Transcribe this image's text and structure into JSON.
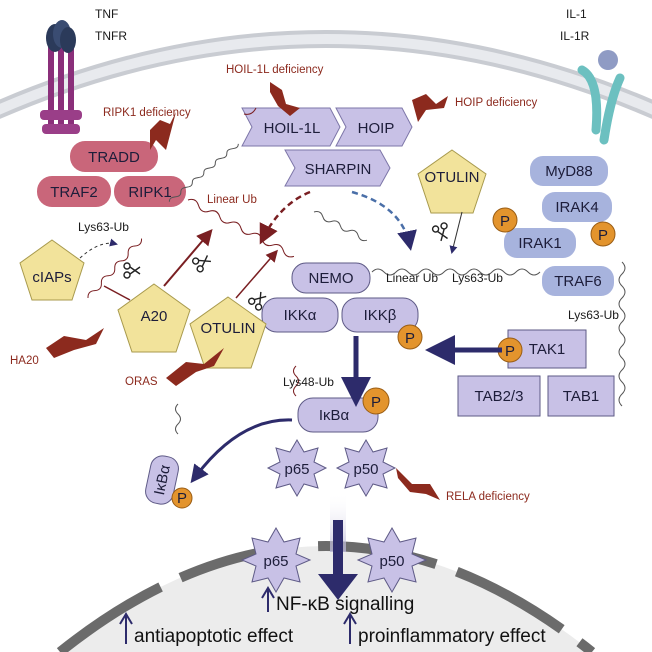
{
  "labels": {
    "tnf": "TNF",
    "tnfr": "TNFR",
    "il1": "IL-1",
    "il1r": "IL-1R",
    "p": "P"
  },
  "proteins": {
    "tradd": "TRADD",
    "traf2": "TRAF2",
    "ripk1": "RIPK1",
    "hoil1l": "HOIL-1L",
    "hoip": "HOIP",
    "sharpin": "SHARPIN",
    "otulin": "OTULIN",
    "ciaps": "cIAPs",
    "a20": "A20",
    "nemo": "NEMO",
    "ikka": "IKKα",
    "ikkb": "IKKβ",
    "ikba": "IκBα",
    "p65": "p65",
    "p50": "p50",
    "myd88": "MyD88",
    "irak4": "IRAK4",
    "irak1": "IRAK1",
    "traf6": "TRAF6",
    "tak1": "TAK1",
    "tab23": "TAB2/3",
    "tab1": "TAB1"
  },
  "deficiencies": {
    "ripk1": "RIPK1 deficiency",
    "hoil1l": "HOIL-1L deficiency",
    "hoip": "HOIP deficiency",
    "ha20": "HA20",
    "oras": "ORAS",
    "rela": "RELA deficiency"
  },
  "ubiquitin": {
    "linear": "Linear Ub",
    "lys63": "Lys63-Ub",
    "lys48": "Lys48-Ub"
  },
  "outcomes": {
    "nfkb": "NF-κB signalling",
    "antiapoptotic": "antiapoptotic effect",
    "proinflammatory": "proinflammatory effect"
  },
  "colors": {
    "tnf_complex": "#c9667a",
    "lubac": "#c8c1e6",
    "il1_complex": "#a7b3dd",
    "enzymes": "#f2e39b",
    "phosphate": "#e3942d",
    "deficiency": "#8c2a1e",
    "arrow": "#2d2b6b"
  }
}
